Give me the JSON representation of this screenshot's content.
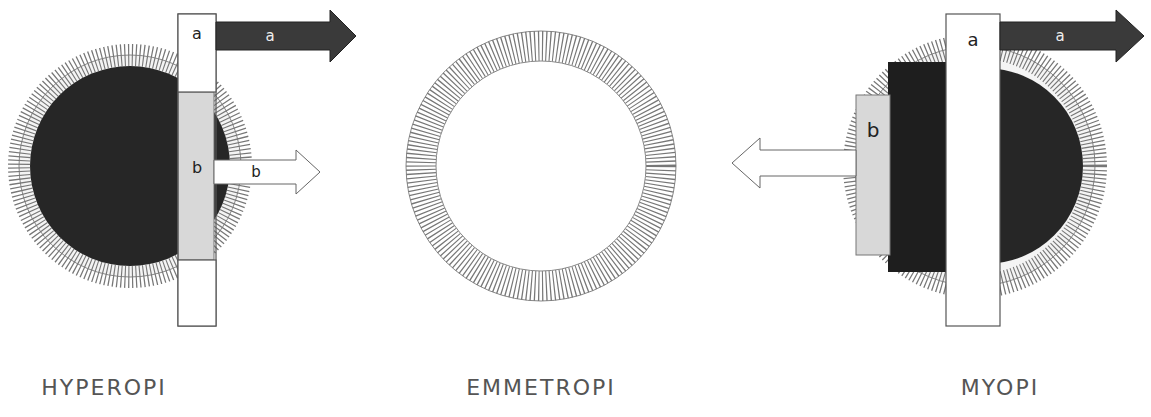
{
  "diagram": {
    "labels": [
      "a",
      "b",
      "a",
      "b",
      "HYPEROPI",
      "EMMETROPI",
      "a",
      "b",
      "a",
      "MYOPI"
    ]
  }
}
